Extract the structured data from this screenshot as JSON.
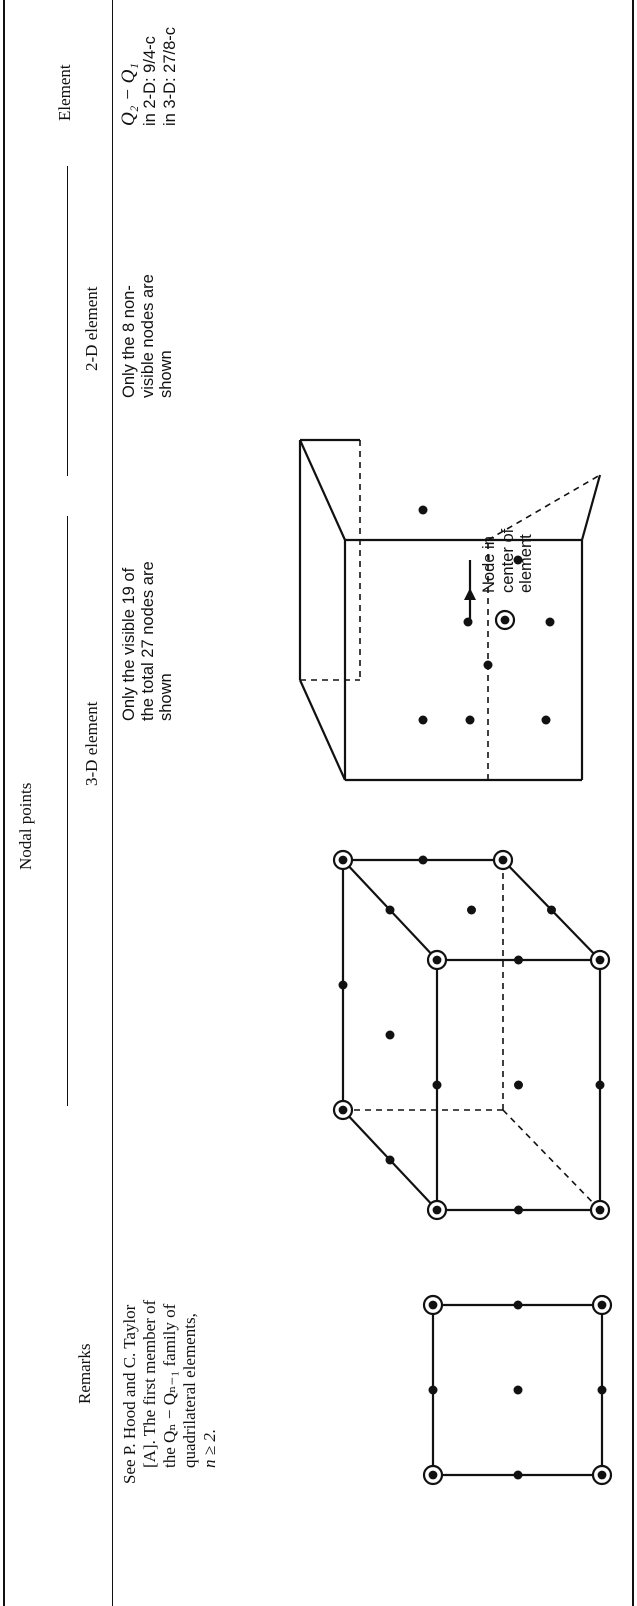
{
  "table": {
    "headers": {
      "element": "Element",
      "nodal_points": "Nodal points",
      "two_d": "2-D element",
      "three_d": "3-D element",
      "remarks": "Remarks"
    },
    "row": {
      "element_name": "Q₂ − Q₁",
      "element_line2": "in 2-D: 9/4-c",
      "element_line3": "in 3-D: 27/8-c",
      "note_visible_l1": "Only the visible 19 of",
      "note_visible_l2": "the total 27 nodes are",
      "note_visible_l3": "shown",
      "note_nonvisible_l1": "Only the 8 non-",
      "note_nonvisible_l2": "visible nodes are",
      "note_nonvisible_l3": "shown",
      "callout_l1": "Node in",
      "callout_l2": "center of",
      "callout_l3": "element",
      "remarks_l1": "See P. Hood and C. Taylor",
      "remarks_l2": "[A]. The first member of",
      "remarks_l3": "the Qₙ − Qₙ₋₁ family of",
      "remarks_l4": "quadrilateral elements,",
      "remarks_l5": "n ≥ 2."
    }
  }
}
